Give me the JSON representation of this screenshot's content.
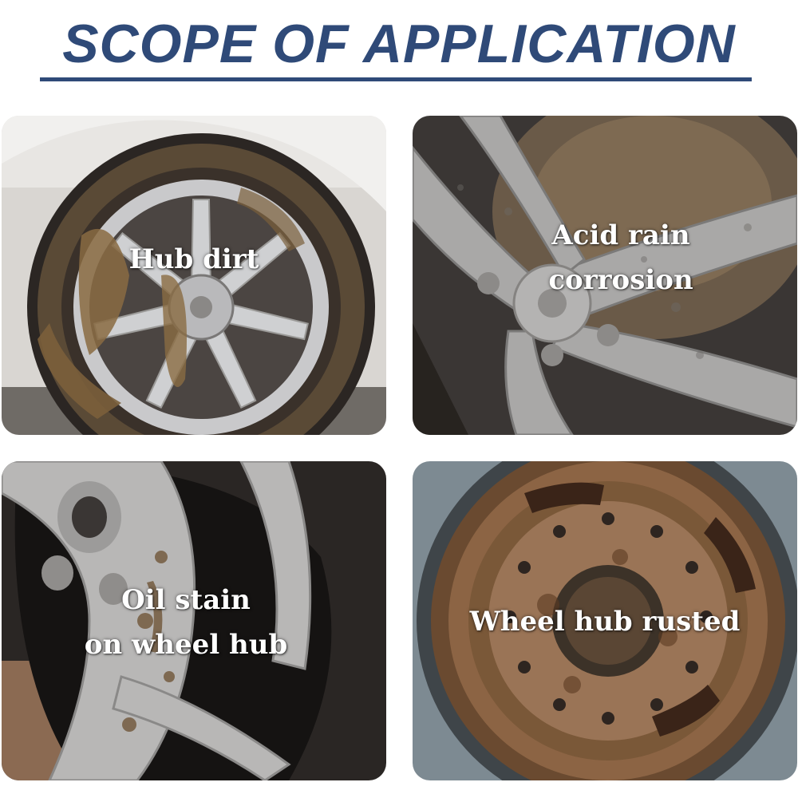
{
  "header": {
    "title": "SCOPE OF APPLICATION"
  },
  "panels": [
    {
      "caption_lines": [
        "Hub dirt"
      ]
    },
    {
      "caption_lines": [
        "Acid rain",
        "corrosion"
      ]
    },
    {
      "caption_lines": [
        "Oil stain",
        "on wheel hub"
      ]
    },
    {
      "caption_lines": [
        "Wheel hub rusted"
      ]
    }
  ],
  "colors": {
    "title": "#2f4a78",
    "caption": "#ffffff"
  }
}
